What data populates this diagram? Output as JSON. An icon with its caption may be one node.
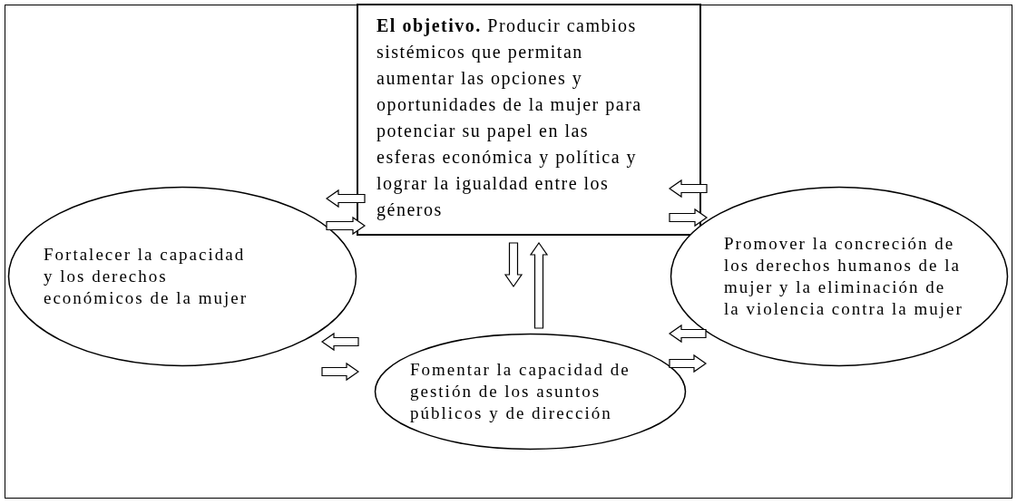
{
  "diagram": {
    "nodes": [
      {
        "text": [
          "**El objetivo.** Producir cambios sistémicos que permitan aumentar las opciones y oportunidades de la mujer para potenciar su papel en las esferas económica y política y lograr la igualdad entre los géneros"
        ]
      },
      {
        "text": [
          "Fortalecer la capacidad y los derechos económicos de la mujer"
        ]
      },
      {
        "text": [
          "Promover la concreción de los derechos humanos de la mujer y la eliminación de la violencia contra la mujer"
        ]
      },
      {
        "text": [
          "Fomentar la capacidad de gestión de los asuntos públicos y de dirección"
        ]
      }
    ],
    "edges": [
      {
        "from": 0,
        "to": 1,
        "arrow": "to"
      },
      {
        "from": 1,
        "to": 0,
        "arrow": "to"
      },
      {
        "from": 2,
        "to": 0,
        "arrow": "to"
      },
      {
        "from": 0,
        "to": 2,
        "arrow": "to"
      },
      {
        "from": 0,
        "to": 3,
        "arrow": "to"
      },
      {
        "from": 3,
        "to": 0,
        "arrow": "to"
      },
      {
        "from": 3,
        "to": 1,
        "arrow": "to"
      },
      {
        "from": 1,
        "to": 3,
        "arrow": "to"
      },
      {
        "from": 2,
        "to": 3,
        "arrow": "to"
      },
      {
        "from": 3,
        "to": 2,
        "arrow": "to"
      }
    ]
  }
}
